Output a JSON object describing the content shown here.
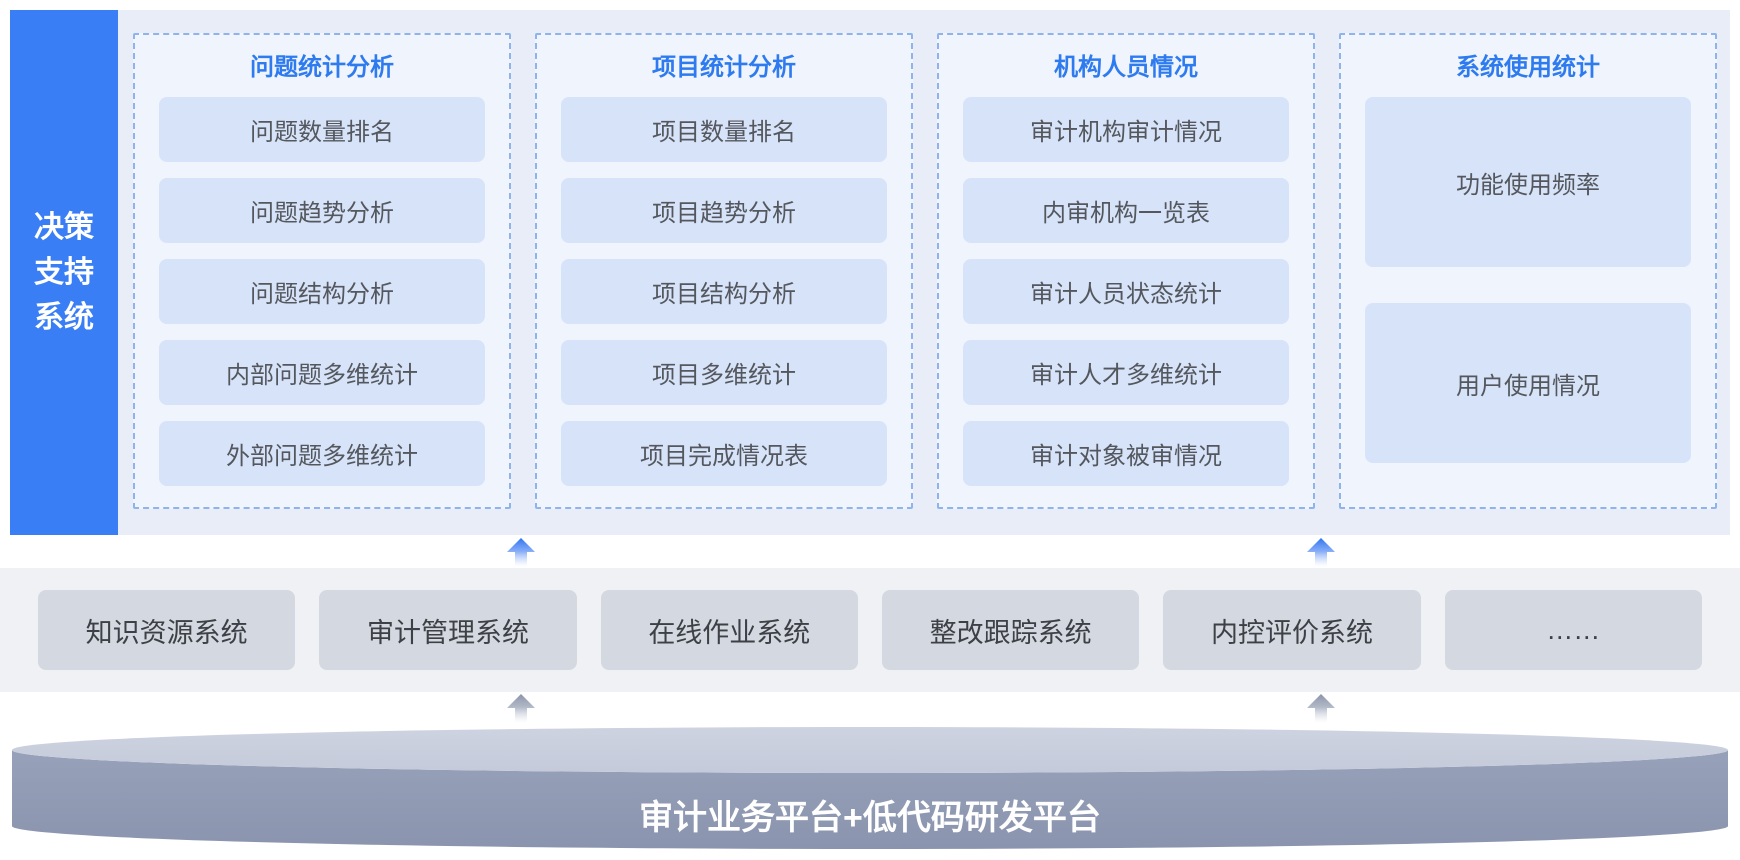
{
  "colors": {
    "accent_blue": "#3a7ef5",
    "heading_blue": "#2e7bf0",
    "panel_bg": "#e8edf8",
    "column_bg": "#eff4fd",
    "column_dashed_border": "#8fb4ec",
    "module_box_bg": "#d7e3f8",
    "band_bg": "#f0f1f4",
    "system_box_bg": "#d4d8e0",
    "platform_top": "#c8cedc",
    "platform_body": "#8e98b2"
  },
  "sidebar": {
    "lines": [
      "决策",
      "支持",
      "系统"
    ]
  },
  "columns": [
    {
      "title": "问题统计分析",
      "items": [
        "问题数量排名",
        "问题趋势分析",
        "问题结构分析",
        "内部问题多维统计",
        "外部问题多维统计"
      ]
    },
    {
      "title": "项目统计分析",
      "items": [
        "项目数量排名",
        "项目趋势分析",
        "项目结构分析",
        "项目多维统计",
        "项目完成情况表"
      ]
    },
    {
      "title": "机构人员情况",
      "items": [
        "审计机构审计情况",
        "内审机构一览表",
        "审计人员状态统计",
        "审计人才多维统计",
        "审计对象被审情况"
      ]
    },
    {
      "title": "系统使用统计",
      "items": [
        "功能使用频率",
        "用户使用情况"
      ]
    }
  ],
  "subsystems": [
    "知识资源系统",
    "审计管理系统",
    "在线作业系统",
    "整改跟踪系统",
    "内控评价系统",
    "……"
  ],
  "platform": {
    "label": "审计业务平台+低代码研发平台"
  }
}
